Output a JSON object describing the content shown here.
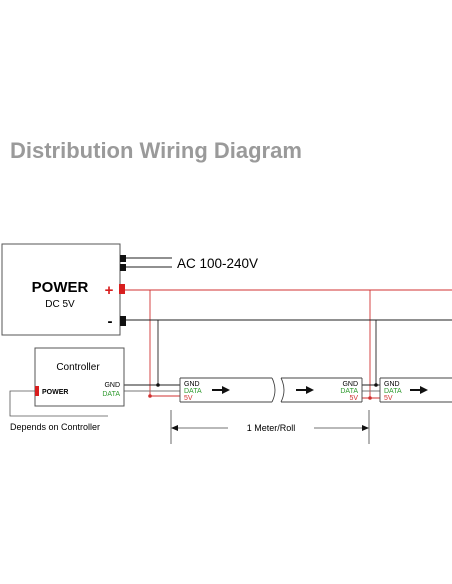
{
  "title": "Distribution Wiring Diagram",
  "power_supply": {
    "label": "POWER",
    "rating": "DC 5V",
    "ac_input": "AC 100-240V",
    "plus": "+",
    "minus": "-"
  },
  "controller": {
    "label": "Controller",
    "power_switch": "POWER",
    "gnd": "GND",
    "data": "DATA",
    "note": "Depends on Controller"
  },
  "strip_pins": {
    "gnd": "GND",
    "data": "DATA",
    "v5": "5V"
  },
  "dimension": "1 Meter/Roll",
  "colors": {
    "positive_wire": "#d03030",
    "negative_wire": "#222222",
    "data_text": "#2e9a2e",
    "v5_text": "#d03030",
    "terminal_red": "#d81e1e",
    "title_gray": "#9a9a9a"
  }
}
